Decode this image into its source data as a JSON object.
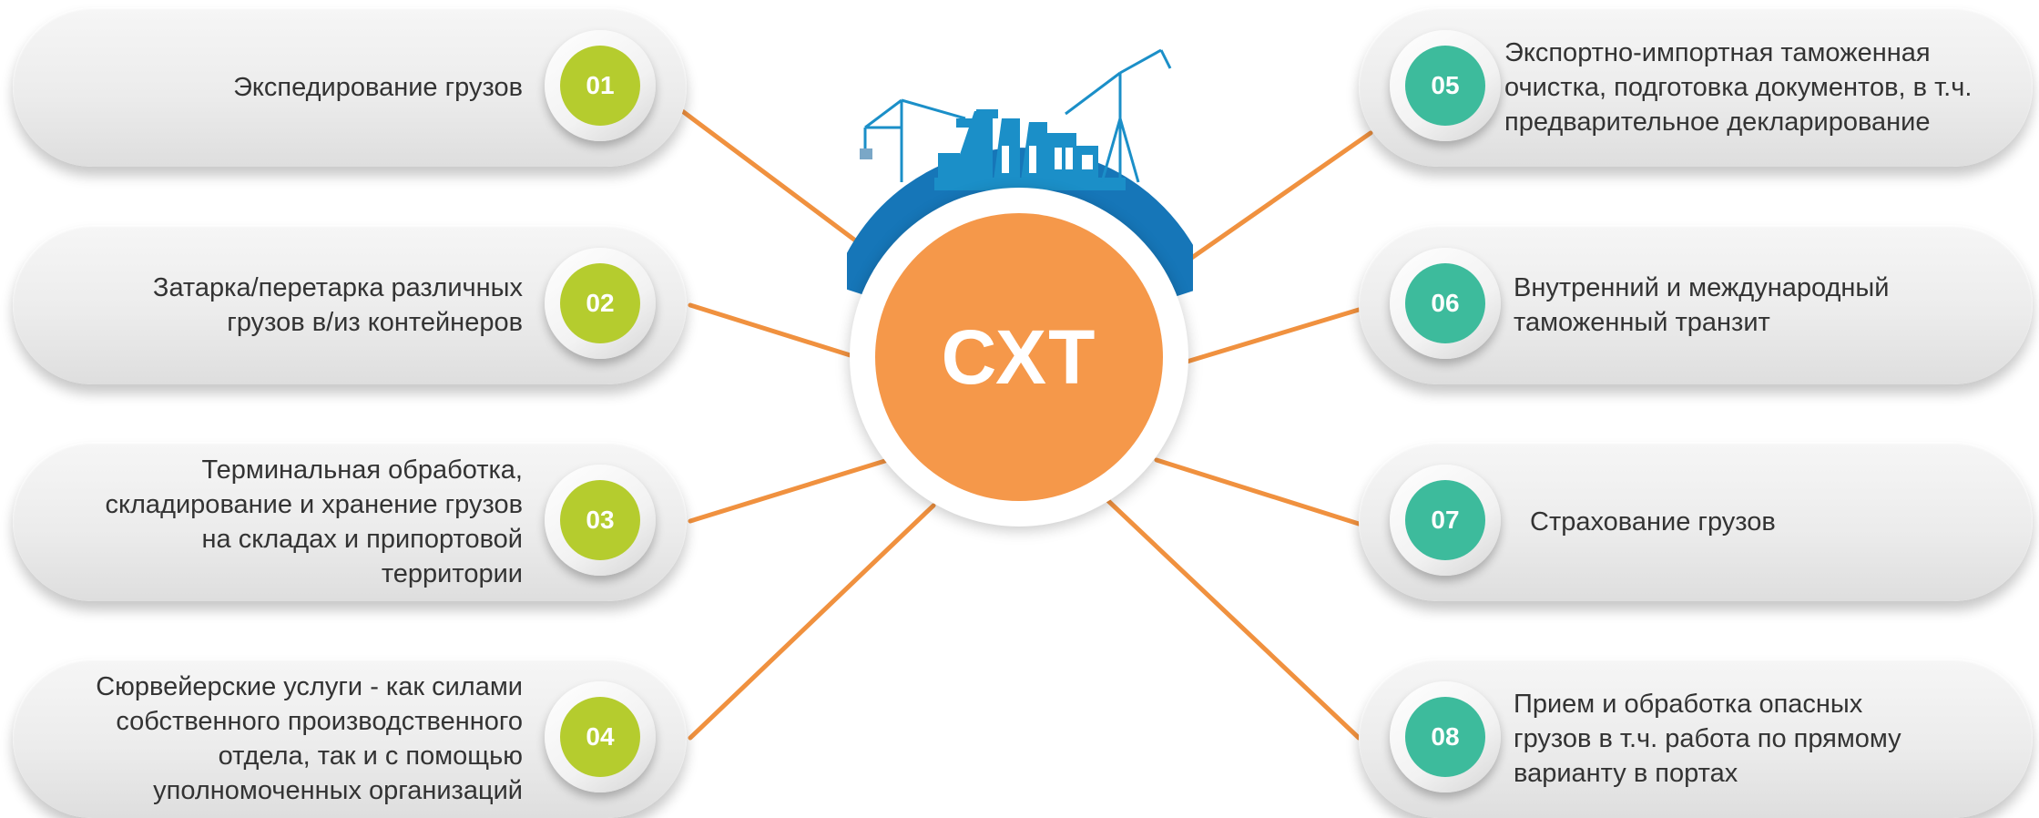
{
  "hub": {
    "label": "СХТ"
  },
  "colors": {
    "connector": "#f0913f",
    "hub": "#f5984a",
    "badge_left": "#b5cc2e",
    "badge_right": "#3dbb9c",
    "arc": "#1676b8",
    "illustration": "#1b8fc8"
  },
  "illustration": {
    "icon": "port-crane-factory-icon"
  },
  "services": [
    {
      "number": "01",
      "lines": [
        "Экспедирование грузов"
      ]
    },
    {
      "number": "02",
      "lines": [
        "Затарка/перетарка различных",
        "грузов в/из контейнеров"
      ]
    },
    {
      "number": "03",
      "lines": [
        "Терминальная обработка,",
        "складирование и хранение грузов",
        "на складах и припортовой",
        "территории"
      ]
    },
    {
      "number": "04",
      "lines": [
        "Сюрвейерские услуги - как силами",
        "собственного производственного",
        "отдела, так и с помощью",
        "уполномоченных организаций"
      ]
    },
    {
      "number": "05",
      "lines": [
        "Экспортно-импортная таможенная",
        "очистка, подготовка документов, в т.ч.",
        "предварительное декларирование"
      ]
    },
    {
      "number": "06",
      "lines": [
        "Внутренний и международный",
        "таможенный транзит"
      ]
    },
    {
      "number": "07",
      "lines": [
        "Страхование грузов"
      ]
    },
    {
      "number": "08",
      "lines": [
        "Прием и обработка опасных",
        "грузов в т.ч. работа по прямому",
        "варианту в портах"
      ]
    }
  ]
}
